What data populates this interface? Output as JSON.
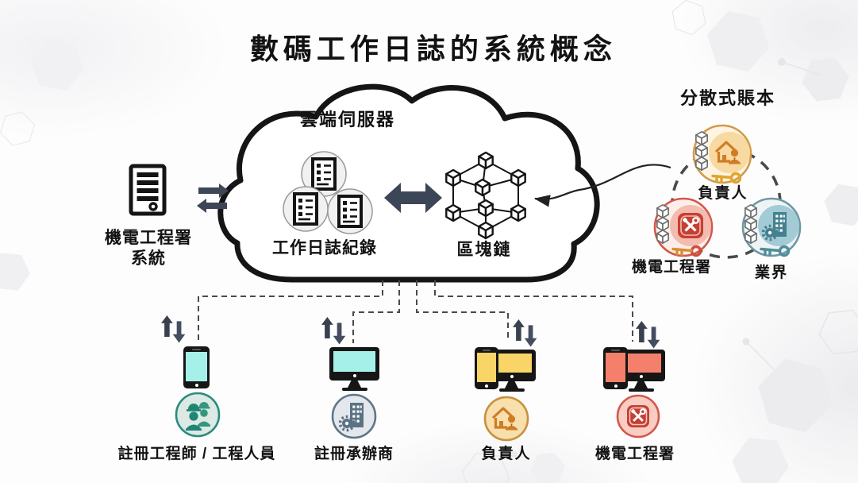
{
  "title": "數碼工作日誌的系統概念",
  "cloud": {
    "server_label": "雲端伺服器",
    "worklog_label": "工作日誌紀錄",
    "blockchain_label": "區塊鏈"
  },
  "emsd_system": {
    "line1": "機電工程署",
    "line2": "系統"
  },
  "ledger": {
    "title": "分散式賬本",
    "nodes": [
      {
        "id": "owner",
        "label": "負責人",
        "icon": "house-person-key-icon",
        "accent": "#d19b4a",
        "fill": "#f7d9a1"
      },
      {
        "id": "emsd",
        "label": "機電工程署",
        "icon": "tools-key-icon",
        "accent": "#d4574a",
        "fill": "#f3bcae"
      },
      {
        "id": "industry",
        "label": "業界",
        "icon": "building-gear-key-icon",
        "accent": "#6f98a4",
        "fill": "#a3cbd6"
      }
    ]
  },
  "devices": [
    {
      "label": "註冊工程師 / 工程人員",
      "hardware": "smartphone",
      "icon": "construction-workers-icon",
      "screen_color": "#a5f1ea",
      "accent": "#2a8c7d"
    },
    {
      "label": "註冊承辦商",
      "hardware": "desktop-monitor",
      "icon": "building-gear-icon",
      "screen_color": "#a5f1ea",
      "accent": "#5f7787"
    },
    {
      "label": "負責人",
      "hardware": "phone-and-monitor",
      "icon": "house-person-icon",
      "screen_color": "#f8d566",
      "accent": "#c9913c"
    },
    {
      "label": "機電工程署",
      "hardware": "phone-and-monitor",
      "icon": "tools-icon",
      "screen_color": "#f4806b",
      "accent": "#d4574a"
    }
  ],
  "colors": {
    "outline": "#141414",
    "solid_arrow": "#3d4657",
    "dashed_line": "#4a4a4a",
    "bubble_fill": "#f1f1f1",
    "key_gold": "#e2a42a",
    "key_red": "#cc4f3f",
    "key_teal": "#4e8d99",
    "emsd_square": "#c53f34"
  }
}
